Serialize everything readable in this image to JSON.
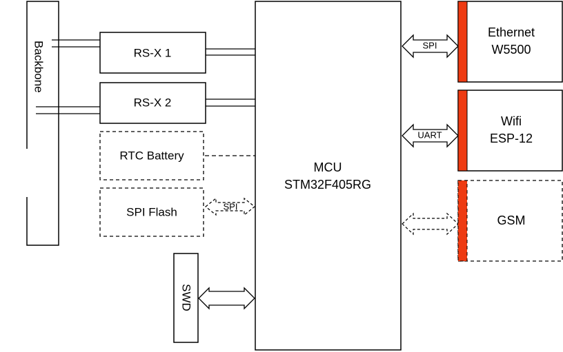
{
  "backbone": {
    "label": "Backbone"
  },
  "blocks": {
    "rsx1": {
      "label": "RS-X 1"
    },
    "rsx2": {
      "label": "RS-X 2"
    },
    "rtc": {
      "label": "RTC Battery"
    },
    "flash": {
      "label": "SPI Flash"
    },
    "swd": {
      "label": "SWD"
    },
    "mcu": {
      "line1": "MCU",
      "line2": "STM32F405RG"
    },
    "ethernet": {
      "line1": "Ethernet",
      "line2": "W5500"
    },
    "wifi": {
      "line1": "Wifi",
      "line2": "ESP-12"
    },
    "gsm": {
      "label": "GSM"
    }
  },
  "links": {
    "flash_bus": "SPI",
    "ethernet_bus": "SPI",
    "wifi_bus": "UART"
  },
  "colors": {
    "accent": "#ee3b12",
    "stroke": "#000000"
  }
}
